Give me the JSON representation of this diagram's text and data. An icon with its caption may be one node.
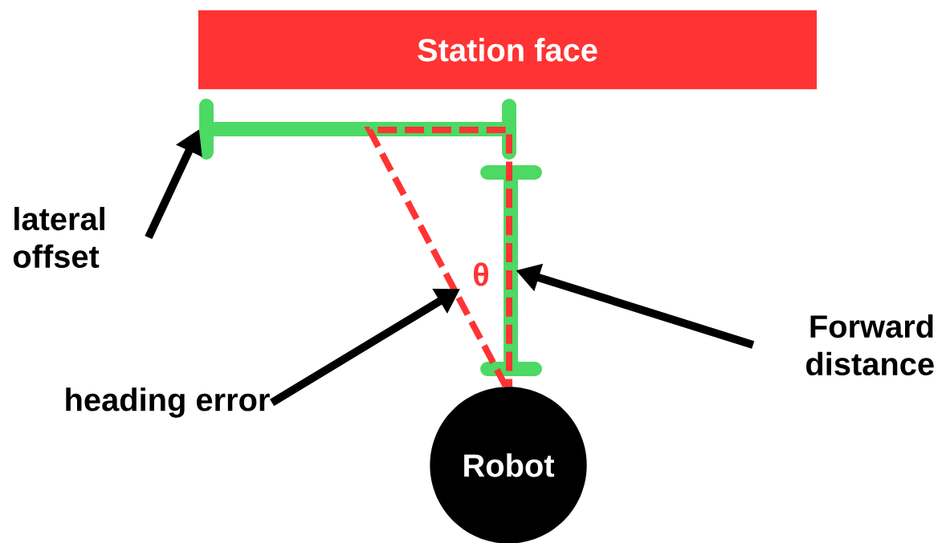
{
  "diagram": {
    "nodes": [
      {
        "text": [
          "Station face"
        ]
      },
      {
        "text": [
          "Robot"
        ]
      },
      {
        "text": [
          "lateral offset"
        ]
      },
      {
        "text": [
          "heading error"
        ]
      },
      {
        "text": [
          "Forward distance"
        ]
      },
      {
        "text": [],
        "shape": "bar"
      },
      {
        "text": [],
        "shape": "triangle"
      },
      {
        "text": [],
        "shape": "bar"
      }
    ],
    "edges": [
      {
        "from": 2,
        "to": 5,
        "arrow": "to"
      },
      {
        "from": 3,
        "to": 6,
        "arrow": "to"
      },
      {
        "from": 4,
        "to": 7,
        "arrow": "to"
      }
    ],
    "labels": [
      "θ"
    ]
  }
}
